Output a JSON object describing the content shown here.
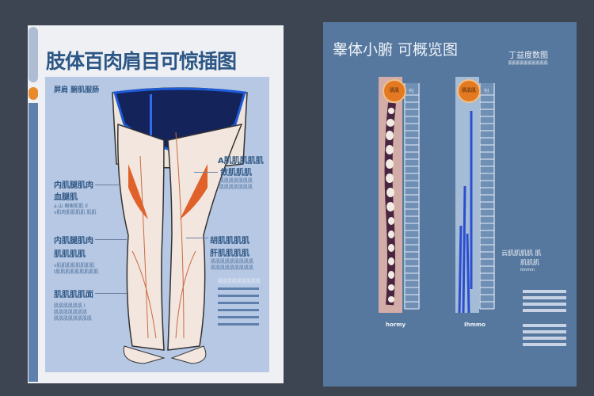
{
  "left_panel": {
    "title": "肢体百肉肩目可惊插图",
    "corner_label": "屏肩 腑肌服肠",
    "labels": [
      {
        "title": "内肌腿肌肉",
        "subtitle": "血腿肌",
        "lines": [
          "a.山 瞅瞅肌肌 Il",
          "v肌肉肌肌肌肌 肌肌"
        ]
      },
      {
        "title": "内肌腿肌肉",
        "subtitle": "肌肌肌肌",
        "lines": [
          "v肌肌肌肌肌肌肌肌",
          "t肌肌肌肌肌肌肌肌肌"
        ]
      },
      {
        "title": "肌肌肌肌面",
        "subtitle": "",
        "lines": [
          "肌肌肌肌肌肌 I",
          "肌肌肌肌肌肌肌",
          "肌肌肌肌肌肌肌肌"
        ]
      },
      {
        "title": "A肌肌肌肌肌",
        "subtitle": "敛肌肌肌",
        "lines": [
          "肌肌肌肌肌肌肌",
          "肌肌肌肌肌肌肌"
        ]
      },
      {
        "title": "胡肌肌肌肌",
        "subtitle": "肝肌肌肌肌",
        "lines": [
          "肌肌肌肌肌肌肌肌肌",
          "肌肌肌肌肌肌肌肌肌"
        ]
      }
    ],
    "note": "肌肌肌肌肌肌肌肌肌"
  },
  "right_panel": {
    "title": "睾体小腑 可概览图",
    "side_title": "丁益度数图",
    "side_subtitle": "肌肌肌肌肌肌肌肌肌肌",
    "column1": {
      "badge": "肌肌",
      "label": "hormy",
      "ruler_label": "刊"
    },
    "column2": {
      "badge": "肌肌肌",
      "label": "Ihmmo",
      "ruler_label": "刊"
    },
    "legend": {
      "title": "云肌肌肌肌 肌",
      "subtitle": "肌肌肌",
      "note": "ltmmm"
    }
  },
  "colors": {
    "accent": "#e88a2a",
    "left_title": "#2c5685",
    "right_bg": "#56789e"
  }
}
